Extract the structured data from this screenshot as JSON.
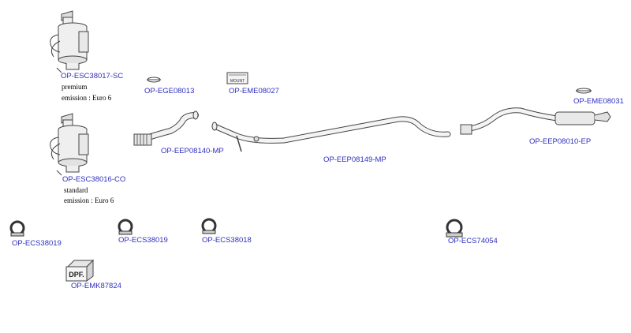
{
  "parts": [
    {
      "id": "esc38017",
      "code": "OP-ESC38017-SC",
      "notes": [
        "premium",
        "emission : Euro 6"
      ],
      "icon": "particulate-filter-icon"
    },
    {
      "id": "ege08013",
      "code": "OP-EGE08013",
      "notes": [],
      "icon": "small-gasket-icon"
    },
    {
      "id": "eme08027",
      "code": "OP-EME08027",
      "notes": [],
      "icon": "mounting-kit-icon"
    },
    {
      "id": "eme08031",
      "code": "OP-EME08031",
      "notes": [],
      "icon": "small-gasket-icon"
    },
    {
      "id": "eep08140",
      "code": "OP-EEP08140-MP",
      "notes": [],
      "icon": "front-flex-pipe-icon"
    },
    {
      "id": "eep08149",
      "code": "OP-EEP08149-MP",
      "notes": [],
      "icon": "middle-pipe-icon"
    },
    {
      "id": "eep08010",
      "code": "OP-EEP08010-EP",
      "notes": [],
      "icon": "rear-silencer-icon"
    },
    {
      "id": "esc38016",
      "code": "OP-ESC38016-CO",
      "notes": [
        "standard",
        "emission : Euro 6"
      ],
      "icon": "particulate-filter-icon"
    },
    {
      "id": "ecs38019a",
      "code": "OP-ECS38019",
      "notes": [],
      "icon": "clamp-icon"
    },
    {
      "id": "ecs38019b",
      "code": "OP-ECS38019",
      "notes": [],
      "icon": "clamp-icon"
    },
    {
      "id": "ecs38018",
      "code": "OP-ECS38018",
      "notes": [],
      "icon": "clamp-icon"
    },
    {
      "id": "ecs74054",
      "code": "OP-ECS74054",
      "notes": [],
      "icon": "clamp-icon"
    },
    {
      "id": "emk87824",
      "code": "OP-EMK87824",
      "notes": [],
      "icon": "dpf-box-icon"
    }
  ],
  "icon_labels": {
    "dpf_box": "DPF.",
    "mounting_kit": "MOUNT"
  },
  "colors": {
    "link": "#2f2fbf",
    "line": "#444444",
    "text": "#000000"
  }
}
